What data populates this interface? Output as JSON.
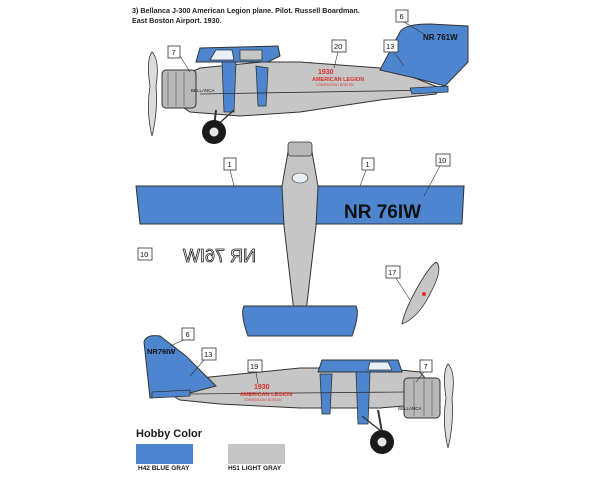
{
  "caption": {
    "line1": "3) Bellanca J-300 American Legion plane. Pilot. Russell Boardman.",
    "line2": "East Boston Airport. 1930."
  },
  "callouts": {
    "c1": "1",
    "c6": "6",
    "c7": "7",
    "c10": "10",
    "c13": "13",
    "c17": "17",
    "c19": "19",
    "c20": "20"
  },
  "markings": {
    "registration_top": "NR 761W",
    "registration_wing": "NR 76IW",
    "registration_wing_mirror": "NR 76IW",
    "registration_bottom": "NR76IW",
    "logo_year": "1930",
    "logo_line1": "AMERICAN LEGION",
    "logo_line2": "CONVENTION • BOSTON",
    "cowl_name": "BELLANCA"
  },
  "legend": {
    "title": "Hobby Color",
    "items": [
      {
        "code": "H42 BLUE GRAY",
        "color": "#4d86cf"
      },
      {
        "code": "H51 LIGHT GRAY",
        "color": "#c6c6c6"
      }
    ]
  },
  "colors": {
    "blue": "#4d86cf",
    "gray": "#c6c6c6",
    "red": "#d9312b",
    "black": "#1a1a1a"
  }
}
